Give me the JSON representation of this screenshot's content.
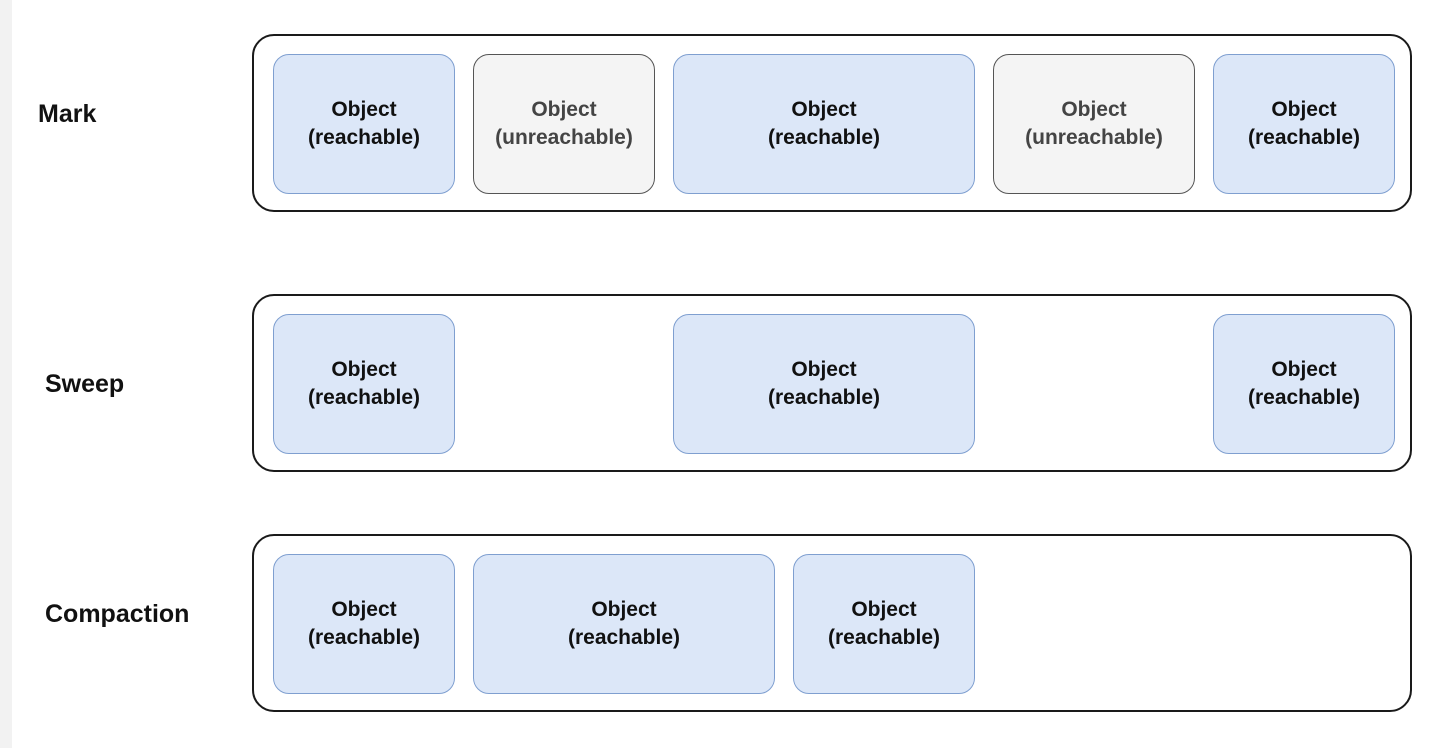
{
  "rows": [
    {
      "label": "Mark",
      "objects": [
        {
          "line1": "Object",
          "line2": "(reachable)",
          "state": "reachable"
        },
        {
          "line1": "Object",
          "line2": "(unreachable)",
          "state": "unreachable"
        },
        {
          "line1": "Object",
          "line2": "(reachable)",
          "state": "reachable"
        },
        {
          "line1": "Object",
          "line2": "(unreachable)",
          "state": "unreachable"
        },
        {
          "line1": "Object",
          "line2": "(reachable)",
          "state": "reachable"
        }
      ]
    },
    {
      "label": "Sweep",
      "objects": [
        {
          "line1": "Object",
          "line2": "(reachable)",
          "state": "reachable"
        },
        {
          "line1": "Object",
          "line2": "(reachable)",
          "state": "reachable"
        },
        {
          "line1": "Object",
          "line2": "(reachable)",
          "state": "reachable"
        }
      ]
    },
    {
      "label": "Compaction",
      "objects": [
        {
          "line1": "Object",
          "line2": "(reachable)",
          "state": "reachable"
        },
        {
          "line1": "Object",
          "line2": "(reachable)",
          "state": "reachable"
        },
        {
          "line1": "Object",
          "line2": "(reachable)",
          "state": "reachable"
        }
      ]
    }
  ],
  "colors": {
    "reachable_fill": "#dce7f8",
    "reachable_border": "#7f9fd0",
    "unreachable_fill": "#f4f4f4",
    "unreachable_border": "#555555"
  }
}
